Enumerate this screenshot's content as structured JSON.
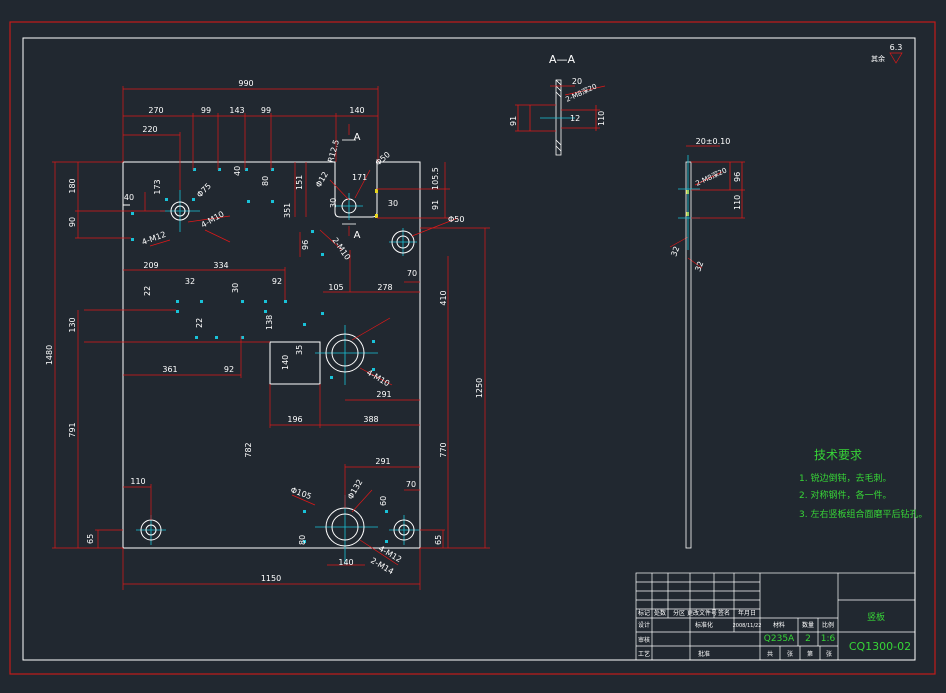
{
  "colors": {
    "background": "#212830",
    "frame": "#c41a1a",
    "outline": "#ffffff",
    "dimension": "#e01818",
    "centerline": "#19c2d8",
    "note_text": "#37d537",
    "title_block": "#ffffff",
    "edge_marker": "#e6d51c"
  },
  "drawing": {
    "section_label": "A—A",
    "cut_label_top": "A",
    "cut_label_bottom": "A",
    "roughness_value": "6.3",
    "roughness_note": "其余"
  },
  "dims_top": [
    "990",
    "270",
    "99",
    "143",
    "99",
    "140",
    "220"
  ],
  "dims_main": {
    "d180": "180",
    "d40": "40",
    "d90": "90",
    "d173": "173",
    "phi75": "Φ75",
    "holes_4m10": "4-M10",
    "holes_4m12": "4-M12",
    "d40b": "40",
    "d80": "80",
    "d151": "151",
    "d351": "351",
    "d12_5": "R12.5",
    "d12": "Φ12",
    "phi50": "Φ50",
    "d171": "171",
    "d30": "30",
    "d105_5": "105.5",
    "d91": "91",
    "phi50b": "Φ50",
    "d96": "96",
    "d2m10": "2-M10",
    "d209": "209",
    "d334": "334",
    "d32": "32",
    "d92": "92",
    "d22": "22",
    "d30b": "30",
    "d22b": "22",
    "d130": "130",
    "d138": "138",
    "d105": "105",
    "d278": "278",
    "d70": "70",
    "d410": "410",
    "d1480": "1480",
    "d361": "361",
    "d92b": "92",
    "d35": "35",
    "d140": "140",
    "d196": "196",
    "d388": "388",
    "d291": "291",
    "d4m10": "4-M10",
    "d1250": "1250",
    "d791": "791",
    "d782": "782",
    "d770": "770",
    "d110": "110",
    "d291b": "291",
    "d70b": "70",
    "d60": "60",
    "d65": "65",
    "d80b": "80",
    "d140b": "140",
    "d65b": "65",
    "d1150": "1150",
    "d4m12": "4-M12",
    "d2m14": "2-M14",
    "phi132": "Φ132",
    "phi105": "Φ105"
  },
  "dims_section": [
    "20",
    "2-M8深20",
    "91",
    "12",
    "110"
  ],
  "dims_side": [
    "20±0.10",
    "2-M8深20",
    "96",
    "110",
    "32",
    "32"
  ],
  "notes": {
    "title": "技术要求",
    "items": [
      "1. 锐边倒钝，去毛刺。",
      "2. 对称钢件，各一件。",
      "3. 左右竖板组合面磨平后钻孔。"
    ]
  },
  "title_block": {
    "part_name": "竖板",
    "material": "Q235A",
    "quantity": "2",
    "scale": "1:6",
    "drawing_no": "CQ1300-02",
    "date": "2008/11/22",
    "row_labels": [
      "标记",
      "处数",
      "分区",
      "更改文件号",
      "签名",
      "年月日"
    ],
    "left_labels": [
      "设计",
      "审核",
      "工艺"
    ],
    "std_label": "标准化",
    "approve_label": "批准",
    "header_labels": [
      "材料",
      "数量",
      "比例"
    ],
    "footer_labels": [
      "共",
      "张",
      "第",
      "张"
    ]
  }
}
